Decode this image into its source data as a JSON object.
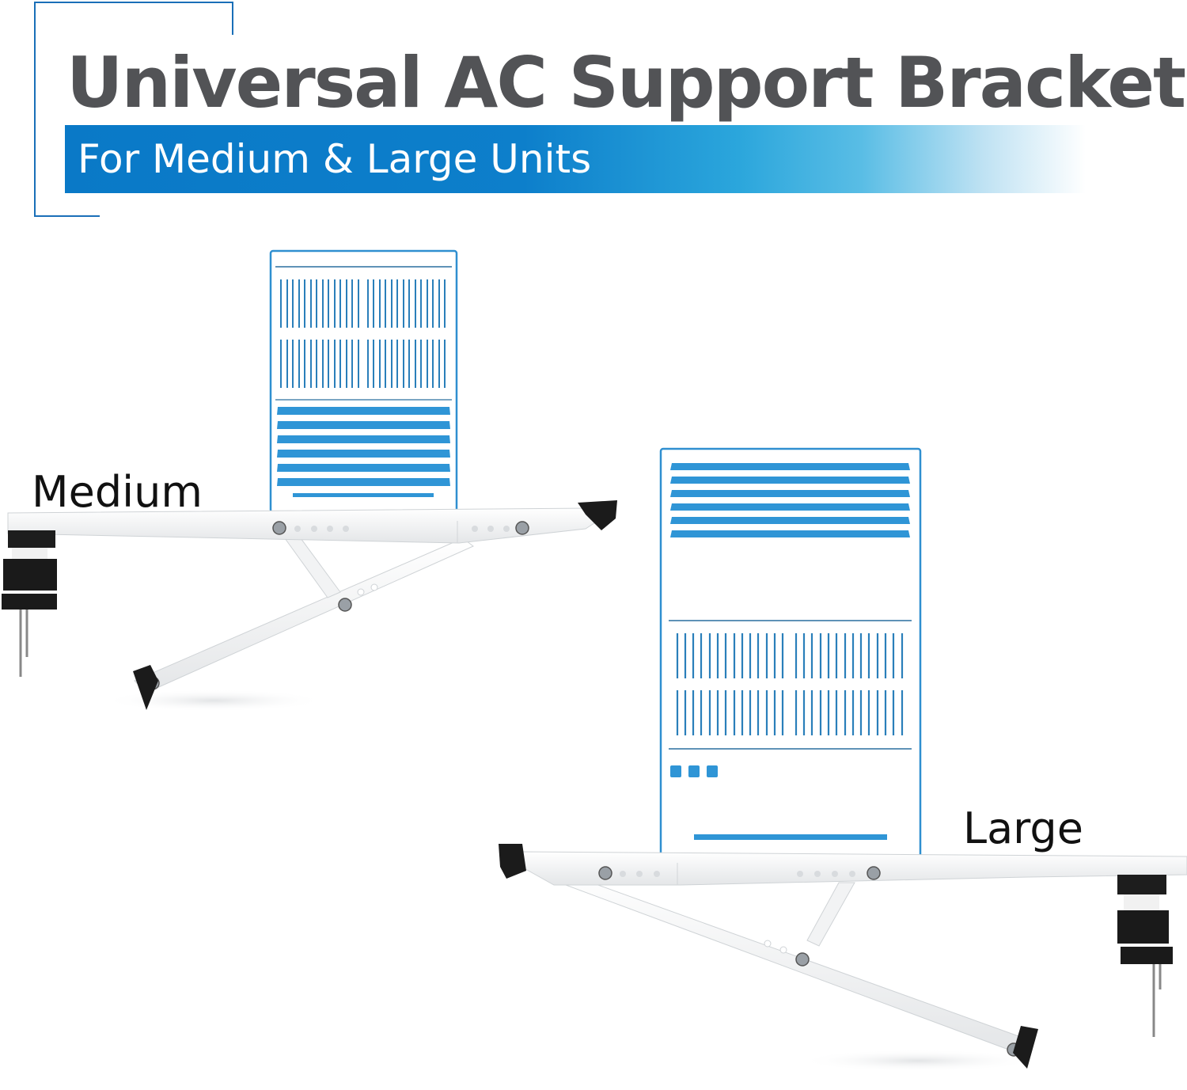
{
  "header": {
    "title": "Universal AC Support Bracket",
    "subtitle": "For Medium & Large Units"
  },
  "labels": {
    "medium": "Medium",
    "large": "Large"
  },
  "colors": {
    "title_text": "#525356",
    "accent_blue": "#0a79c7",
    "ac_line_blue": "#2f95d6",
    "frame_blue": "#1a6fb8"
  },
  "illustrations": [
    {
      "name": "medium-ac-unit-outline",
      "size": "Medium"
    },
    {
      "name": "large-ac-unit-outline",
      "size": "Large"
    },
    {
      "name": "medium-support-bracket",
      "size": "Medium"
    },
    {
      "name": "large-support-bracket",
      "size": "Large"
    }
  ]
}
